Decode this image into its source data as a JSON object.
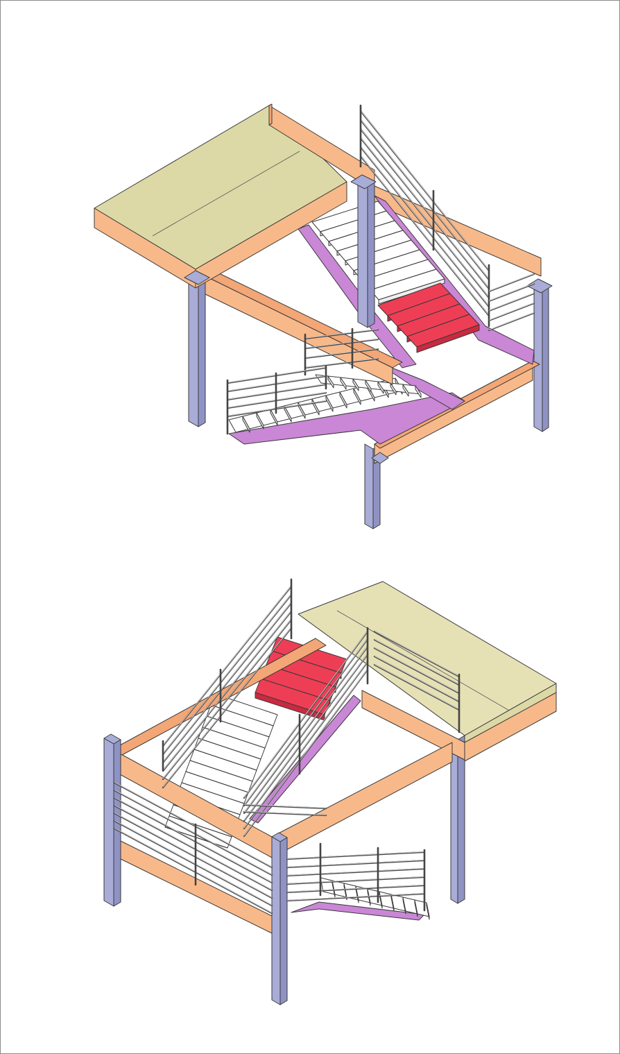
{
  "figure": {
    "type": "isometric-stair-diagram",
    "views": [
      "top-view-from-above",
      "view-from-below"
    ],
    "colors": {
      "slab": "#dcd9a6",
      "slab_side": "#e7e2b6",
      "beam": "#f8b98a",
      "beam_dark": "#f3a676",
      "column": "#a9acd6",
      "column_dark": "#8f93c4",
      "stringer": "#c987d6",
      "highlight_steps": "#ee3e55",
      "highlight_steps_dark": "#c92a40",
      "steps": "#ffffff",
      "rail": "#4a4a4a",
      "frame": "#8a8a8a"
    }
  }
}
